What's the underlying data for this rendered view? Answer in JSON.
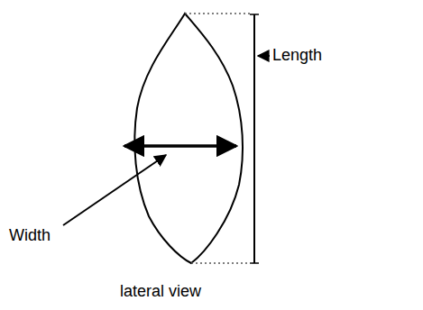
{
  "diagram": {
    "caption": "lateral view",
    "labels": [
      "Length",
      "Width"
    ]
  }
}
